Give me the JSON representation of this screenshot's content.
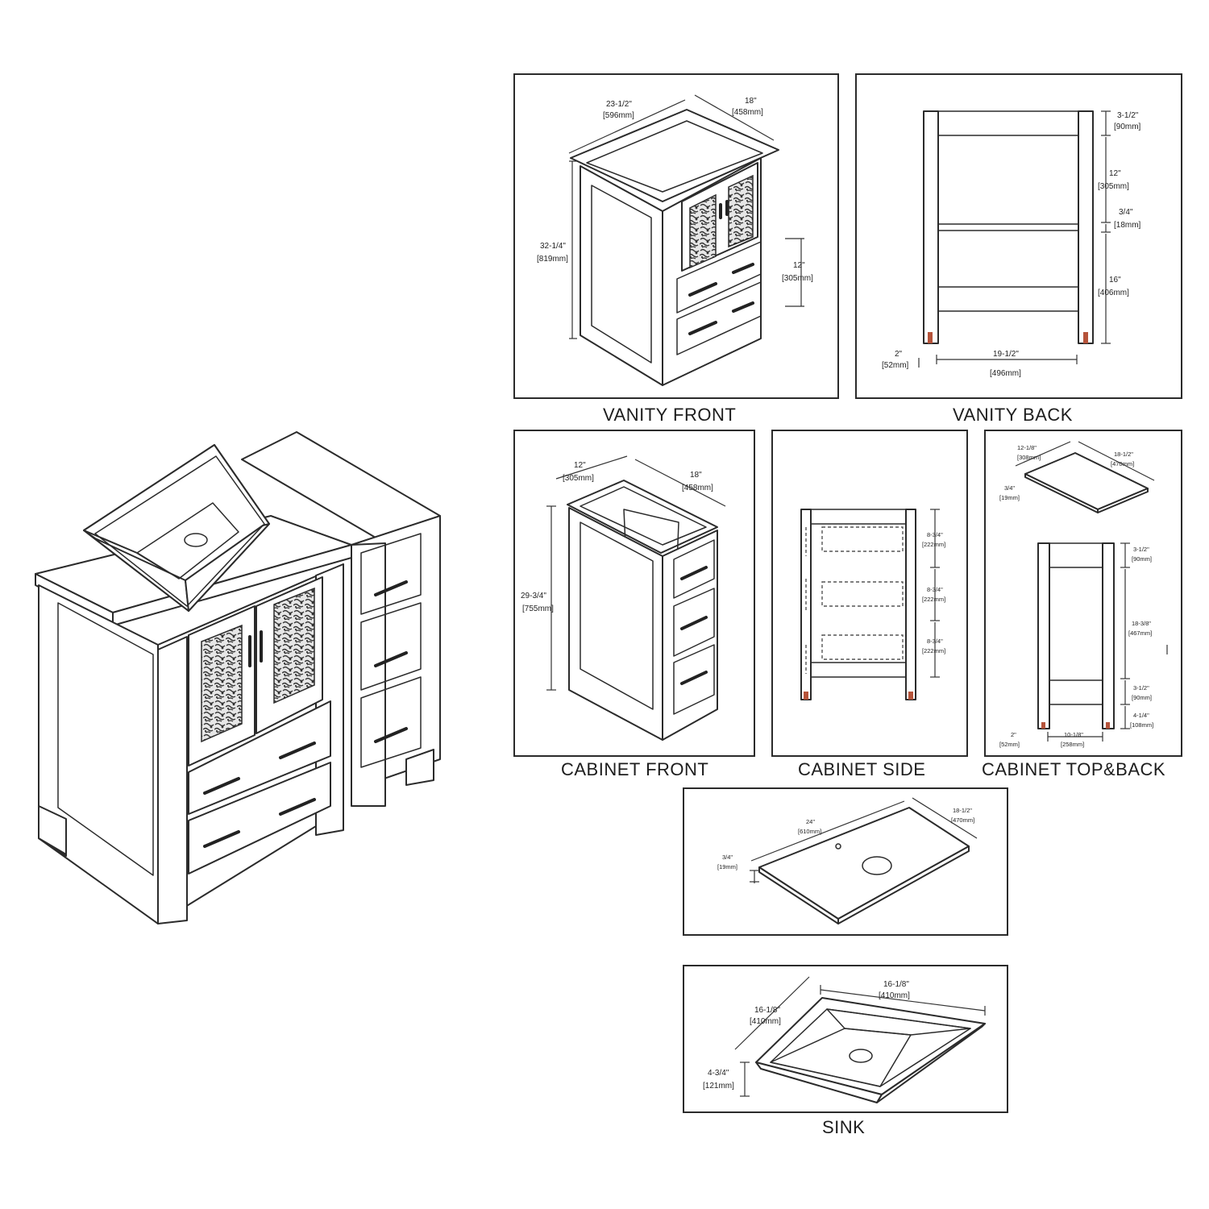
{
  "vanity_front": {
    "title": "VANITY FRONT",
    "depth_in": "18\"",
    "depth_mm": "[458mm]",
    "width_in": "23-1/2\"",
    "width_mm": "[596mm]",
    "height_in": "32-1/4\"",
    "height_mm": "[819mm]",
    "drawer_in": "12\"",
    "drawer_mm": "[305mm]"
  },
  "vanity_back": {
    "title": "VANITY BACK",
    "d1_in": "3-1/2\"",
    "d1_mm": "[90mm]",
    "d2_in": "12\"",
    "d2_mm": "[305mm]",
    "d3_in": "3/4\"",
    "d3_mm": "[18mm]",
    "d4_in": "16\"",
    "d4_mm": "[406mm]",
    "leg_in": "2\"",
    "leg_mm": "[52mm]",
    "span_in": "19-1/2\"",
    "span_mm": "[496mm]"
  },
  "cabinet_front": {
    "title": "CABINET FRONT",
    "width_in": "12\"",
    "width_mm": "[305mm]",
    "depth_in": "18\"",
    "depth_mm": "[458mm]",
    "height_in": "29-3/4\"",
    "height_mm": "[755mm]"
  },
  "cabinet_side": {
    "title": "CABINET SIDE",
    "s1_in": "8-3/4\"",
    "s1_mm": "[222mm]",
    "s2_in": "8-3/4\"",
    "s2_mm": "[222mm]",
    "s3_in": "8-3/4\"",
    "s3_mm": "[222mm]"
  },
  "cabinet_top_back": {
    "title": "CABINET TOP&BACK",
    "top_w_in": "12-1/8\"",
    "top_w_mm": "[308mm]",
    "top_d_in": "18-1/2\"",
    "top_d_mm": "[470mm]",
    "top_t_in": "3/4\"",
    "top_t_mm": "[19mm]",
    "b1_in": "3-1/2\"",
    "b1_mm": "[90mm]",
    "b2_in": "18-3/8\"",
    "b2_mm": "[467mm]",
    "b3_in": "3-1/2\"",
    "b3_mm": "[90mm]",
    "b4_in": "4-1/4\"",
    "b4_mm": "[108mm]",
    "leg_in": "2\"",
    "leg_mm": "[52mm]",
    "span_in": "10-1/8\"",
    "span_mm": "[258mm]"
  },
  "countertop": {
    "width_in": "24\"",
    "width_mm": "[610mm]",
    "depth_in": "18-1/2\"",
    "depth_mm": "[470mm]",
    "thick_in": "3/4\"",
    "thick_mm": "[19mm]"
  },
  "sink": {
    "title": "SINK",
    "width_in": "16-1/8\"",
    "width_mm": "[410mm]",
    "depth_in": "16-1/8\"",
    "depth_mm": "[410mm]",
    "height_in": "4-3/4\"",
    "height_mm": "[121mm]"
  },
  "colors": {
    "line": "#2b2b2b",
    "pad": "#b5533a",
    "background": "#ffffff"
  }
}
